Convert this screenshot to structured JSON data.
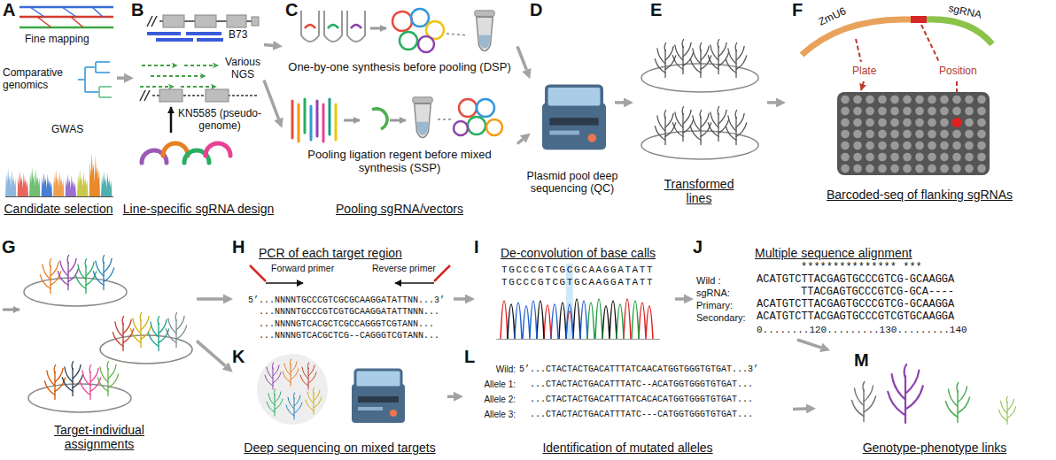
{
  "diagram": {
    "nodes": [
      {
        "text": [
          "A",
          "Candidate selection"
        ]
      },
      {
        "text": [
          "B",
          "Line-specific sgRNA design"
        ]
      },
      {
        "text": [
          "C",
          "Pooling sgRNA/vectors"
        ]
      },
      {
        "text": [
          "One-by-one synthesis before pooling (DSP)"
        ],
        "in": 2
      },
      {
        "text": [
          "Pooling ligation regent before mixed synthesis (SSP)"
        ],
        "in": 2
      },
      {
        "text": [
          "D",
          "Plasmid pool deep sequencing (QC)"
        ]
      },
      {
        "text": [
          "E",
          "Transformed lines"
        ]
      },
      {
        "text": [
          "F",
          "Barcoded-seq of flanking sgRNAs"
        ]
      },
      {
        "text": [
          "G",
          "Target-individual assignments"
        ]
      },
      {
        "text": [
          "H",
          "PCR of each target region"
        ]
      },
      {
        "text": [
          "I",
          "De-convolution of base calls"
        ]
      },
      {
        "text": [
          "J",
          "Multiple sequence alignment"
        ]
      },
      {
        "text": [
          "K",
          "Deep sequencing on mixed targets"
        ]
      },
      {
        "text": [
          "L",
          "Identification of mutated alleles"
        ]
      },
      {
        "text": [
          "M",
          "Genotype-phenotype links"
        ]
      }
    ],
    "edges": [
      {
        "from": 0,
        "to": 1,
        "arrow": "to"
      },
      {
        "from": 1,
        "to": 3,
        "arrow": "to"
      },
      {
        "from": 1,
        "to": 4,
        "arrow": "to"
      },
      {
        "from": 3,
        "to": 5,
        "arrow": "to"
      },
      {
        "from": 4,
        "to": 5,
        "arrow": "to"
      },
      {
        "from": 5,
        "to": 6,
        "arrow": "to"
      },
      {
        "from": 6,
        "to": 7,
        "arrow": "to"
      },
      {
        "from": 8,
        "to": 9,
        "arrow": "to"
      },
      {
        "from": 8,
        "to": 12,
        "arrow": "to"
      },
      {
        "from": 9,
        "to": 10,
        "arrow": "to"
      },
      {
        "from": 10,
        "to": 11,
        "arrow": "to"
      },
      {
        "from": 12,
        "to": 13,
        "arrow": "to"
      },
      {
        "from": 13,
        "to": 14,
        "arrow": "to"
      },
      {
        "from": 11,
        "to": 14,
        "arrow": "to"
      }
    ],
    "labels": [
      "Fine mapping",
      "Comparative genomics",
      "GWAS",
      "B73",
      "Various NGS",
      "KN5585 (pseudo-genome)",
      "ZmU6",
      "sgRNA",
      "Plate",
      "Position",
      "Forward primer",
      "Reverse primer",
      "5’...NNNNTGCCCGTCGCGCAAGGATATTNN...3’",
      "...NNNNTGCCCGTCGTGCAAGGATATTNNN...",
      "...NNNNGTCACGCTCGCCAGGGTCGTANN...",
      "...NNNNGTCACGCTCG--CAGGGTCGTANN...",
      "TGCCCGTCGCGCAAGGATATT",
      "TGCCCGTCGTGCAAGGATATT",
      "*************** ***",
      "Wild :",
      "sgRNA:",
      "Primary:",
      "Secondary:",
      "ACATGTCTTACGAGTGCCCGTCG-GCAAGGA",
      "TTACGAGTGCCCGTCG-GCA----",
      "ACATGTCTTACGAGTGCCCGTCG-GCAAGGA",
      "ACATGTCTTACGAGTGCCCGTCGTGCAAGGA",
      "0........120.........130.........140",
      "Wild:",
      "Allele 1:",
      "Allele 2:",
      "Allele 3:",
      "5’...CTACTACTGACATTTATCAACATGGTGGGTGTGAT...3’",
      "...CTACTACTGACATTTATC--ACATGGTGGGTGTGAT...",
      "...CTACTACTGACATTTATCACACATGGTGGGTGTGAT...",
      "...CTACTACTGACATTTATC---CATGGTGGGTGTGAT..."
    ]
  }
}
